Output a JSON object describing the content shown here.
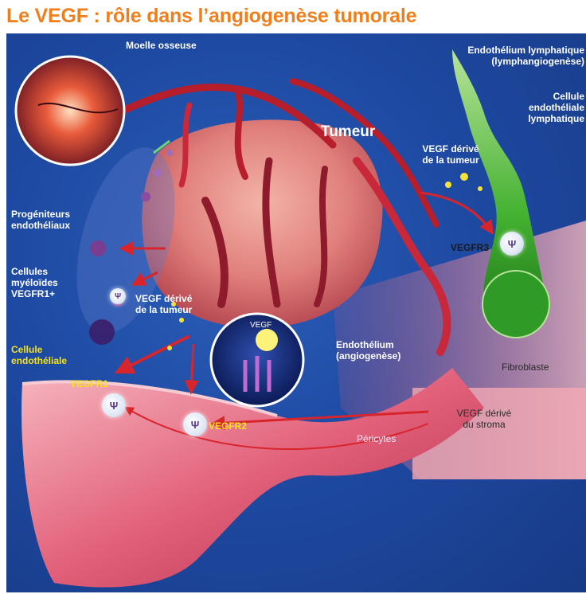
{
  "title": "Le VEGF : rôle dans l’angiogenèse tumorale",
  "labels": {
    "bone_marrow": "Moelle osseuse",
    "tumor": "Tumeur",
    "lymphatic_endothelium_1": "Endothélium lymphatique",
    "lymphatic_endothelium_2": "(lymphangiogenèse)",
    "lymphatic_cell_1": "Cellule",
    "lymphatic_cell_2": "endothéliale",
    "lymphatic_cell_3": "lymphatique",
    "vegf_tumor_top_1": "VEGF dérivé",
    "vegf_tumor_top_2": "de la tumeur",
    "progenitors_1": "Progéniteurs",
    "progenitors_2": "endothéliaux",
    "myeloid_1": "Cellules",
    "myeloid_2": "myéloïdes",
    "myeloid_3": "VEGFR1+",
    "vegf_tumor_mid_1": "VEGF dérivé",
    "vegf_tumor_mid_2": "de la tumeur",
    "vegf_inset": "VEGF",
    "endothelium_1": "Endothélium",
    "endothelium_2": "(angiogenèse)",
    "fibroblast": "Fibroblaste",
    "endothelial_cell_1": "Cellule",
    "endothelial_cell_2": "endothéliale",
    "vegfr1": "VEGFR1",
    "vegfr2": "VEGFR2",
    "vegfr3": "VEGFR3",
    "stroma_1": "VEGF dérivé",
    "stroma_2": "du stroma",
    "pericytes": "Péricytes"
  },
  "colors": {
    "title": "#f07f1b",
    "background": "#1e4aa3",
    "highlight_label": "#f5e21b",
    "vessel": "#c81e2a",
    "tumor": "#e58a86",
    "lymphatic": "#4bb53a",
    "arrow": "#d8242b"
  },
  "icons": [
    "receptor-icon",
    "arrow-icon",
    "vegf-particle-icon",
    "cell-icon"
  ]
}
